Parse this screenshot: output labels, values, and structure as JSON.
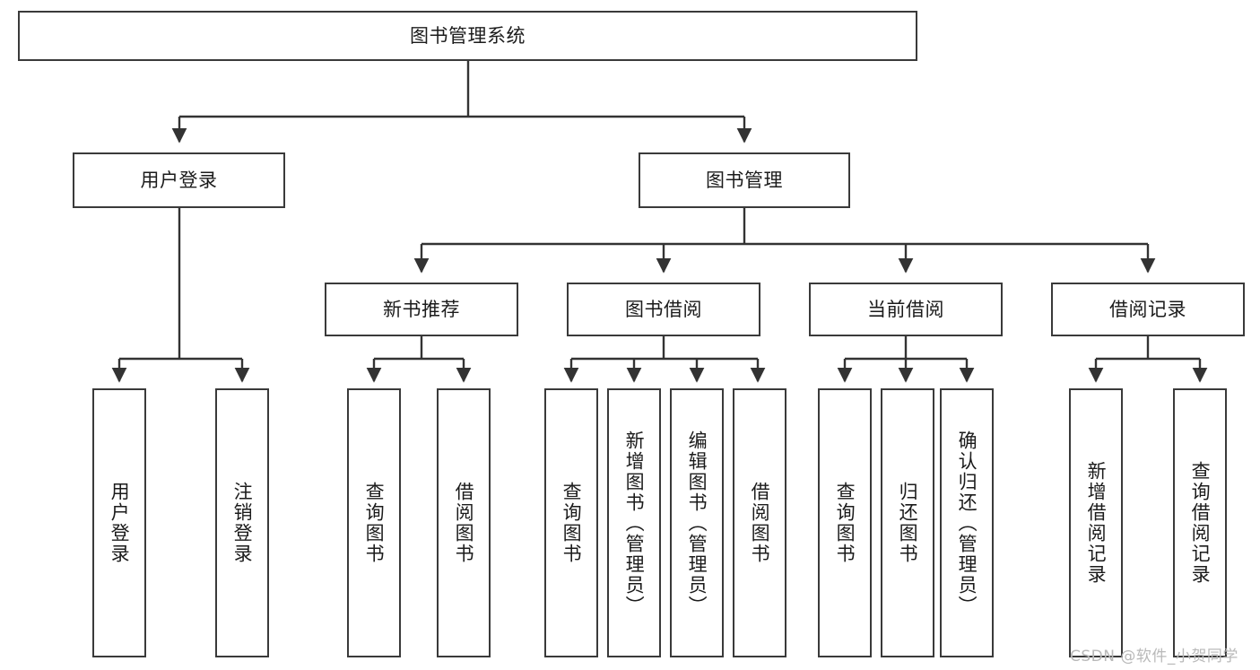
{
  "diagram": {
    "title": "图书管理系统",
    "type": "tree-hierarchy-chart",
    "root": {
      "id": "root",
      "label": "图书管理系统"
    },
    "level2": [
      {
        "id": "user-login",
        "label": "用户登录"
      },
      {
        "id": "book-manage",
        "label": "图书管理"
      }
    ],
    "level3": [
      {
        "id": "new-book-recommend",
        "label": "新书推荐"
      },
      {
        "id": "book-borrow",
        "label": "图书借阅"
      },
      {
        "id": "current-borrow",
        "label": "当前借阅"
      },
      {
        "id": "borrow-record",
        "label": "借阅记录"
      }
    ],
    "leaves": {
      "user_login": [
        {
          "id": "leaf-user-login",
          "label": "用户登录"
        },
        {
          "id": "leaf-logout-login",
          "label": "注销登录"
        }
      ],
      "new_book_recommend": [
        {
          "id": "leaf-query-book-1",
          "label": "查询图书"
        },
        {
          "id": "leaf-borrow-book-1",
          "label": "借阅图书"
        }
      ],
      "book_borrow": [
        {
          "id": "leaf-query-book-2",
          "label": "查询图书"
        },
        {
          "id": "leaf-add-book",
          "label": "新增图书（管理员）"
        },
        {
          "id": "leaf-edit-book",
          "label": "编辑图书（管理员）"
        },
        {
          "id": "leaf-borrow-book-2",
          "label": "借阅图书"
        }
      ],
      "current_borrow": [
        {
          "id": "leaf-query-book-3",
          "label": "查询图书"
        },
        {
          "id": "leaf-return-book",
          "label": "归还图书"
        },
        {
          "id": "leaf-confirm-return",
          "label": "确认归还（管理员）"
        }
      ],
      "borrow_record": [
        {
          "id": "leaf-add-borrow-record",
          "label": "新增借阅记录"
        },
        {
          "id": "leaf-query-borrow-record",
          "label": "查询借阅记录"
        }
      ]
    }
  },
  "watermark": {
    "text": "CSDN @软件_小贺同学"
  },
  "colors": {
    "border": "#3a3a3a",
    "background": "#ffffff",
    "text": "#1b1b1b",
    "edge": "#333333",
    "watermark": "#b9b9b9"
  }
}
